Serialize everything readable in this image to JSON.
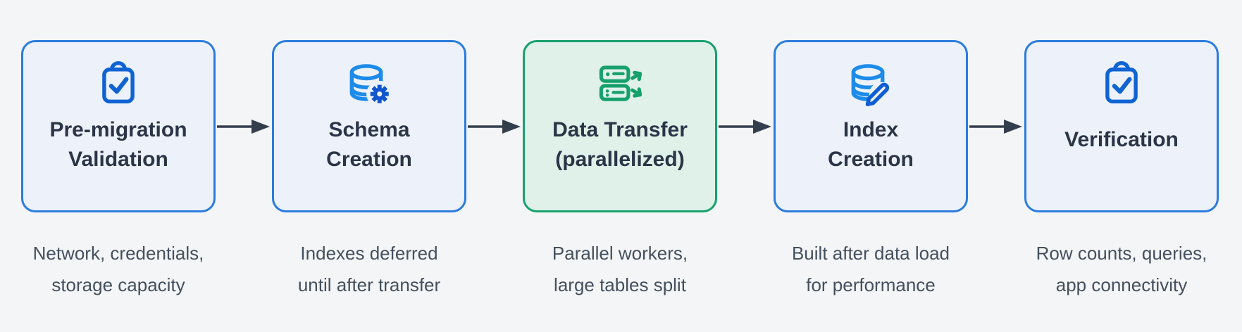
{
  "diagram": {
    "type": "flowchart",
    "steps": [
      {
        "label": "Pre-migration\nValidation",
        "caption": "Network, credentials,\nstorage capacity",
        "icon": "clipboard-check-icon",
        "theme": "blue"
      },
      {
        "label": "Schema\nCreation",
        "caption": "Indexes deferred\nuntil after transfer",
        "icon": "database-gear-icon",
        "theme": "blue"
      },
      {
        "label": "Data Transfer\n(parallelized)",
        "caption": "Parallel workers,\nlarge tables split",
        "icon": "servers-transfer-icon",
        "theme": "green"
      },
      {
        "label": "Index\nCreation",
        "caption": "Built after data load\nfor performance",
        "icon": "database-edit-icon",
        "theme": "blue"
      },
      {
        "label": "Verification",
        "caption": "Row counts, queries,\napp connectivity",
        "icon": "clipboard-check-icon",
        "theme": "blue"
      }
    ],
    "colors": {
      "page_background": "#f4f5f6",
      "blue_box_background": "#edf2fa",
      "blue_box_border": "#2b7cdd",
      "green_box_background": "#e0f1e9",
      "green_box_border": "#17a26e",
      "icon_blue_primary": "#0f63d2",
      "icon_blue_light": "#1d8be9",
      "icon_green": "#16a06c",
      "title_text": "#2b3547",
      "caption_text": "#44505f",
      "arrow": "#333e4d"
    }
  }
}
